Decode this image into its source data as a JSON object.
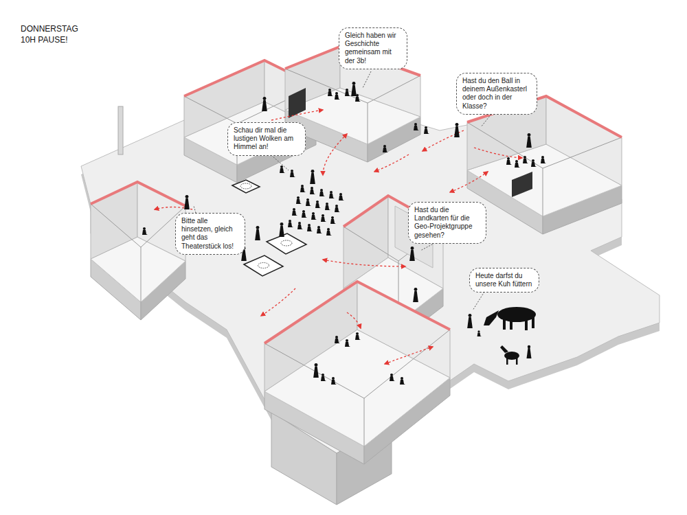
{
  "diagram": {
    "title": "DONNERSTAG 10H PAUSE!",
    "nodes": [
      {
        "text": [
          "Gleich haben wir Geschichte gemeinsam mit der 3b!"
        ]
      },
      {
        "text": [
          "Hast du den Ball in deinem Außenkasterl oder doch in der Klasse?"
        ]
      },
      {
        "text": [
          "Schau dir mal die lustigen Wolken am Himmel an!"
        ]
      },
      {
        "text": [
          "Bitte alle hinsetzen, gleich geht das Theaterstück los!"
        ]
      },
      {
        "text": [
          "Hast du die Landkarten für die Geo-Projektgruppe gesehen?"
        ]
      },
      {
        "text": [
          "Heute darfst du unsere Kuh füttern"
        ]
      }
    ]
  }
}
